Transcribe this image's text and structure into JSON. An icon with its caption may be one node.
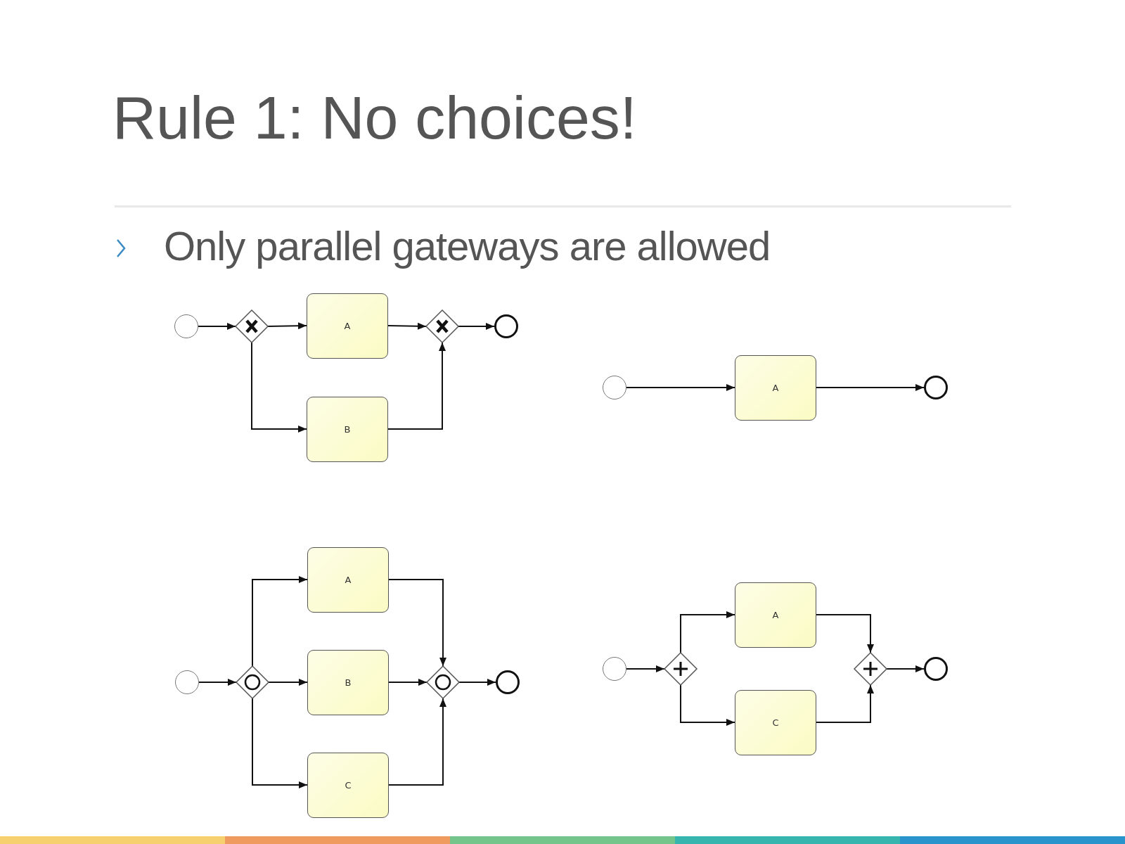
{
  "diagram": {
    "title": "Rule 1: No choices!",
    "nodes": [
      {
        "text": [],
        "shape": "circle"
      },
      {
        "text": [],
        "shape": "diamond"
      },
      {
        "text": [
          "A"
        ]
      },
      {
        "text": [
          "B"
        ]
      },
      {
        "text": [],
        "shape": "diamond"
      },
      {
        "text": [],
        "shape": "circle"
      },
      {
        "text": [],
        "shape": "circle"
      },
      {
        "text": [
          "A"
        ]
      },
      {
        "text": [],
        "shape": "circle"
      },
      {
        "text": [],
        "shape": "circle"
      },
      {
        "text": [],
        "shape": "diamond"
      },
      {
        "text": [
          "A"
        ]
      },
      {
        "text": [
          "B"
        ]
      },
      {
        "text": [
          "C"
        ]
      },
      {
        "text": [],
        "shape": "diamond"
      },
      {
        "text": [],
        "shape": "circle"
      },
      {
        "text": [],
        "shape": "circle"
      },
      {
        "text": [],
        "shape": "diamond"
      },
      {
        "text": [
          "A"
        ]
      },
      {
        "text": [
          "C"
        ]
      },
      {
        "text": [],
        "shape": "diamond"
      },
      {
        "text": [],
        "shape": "circle"
      }
    ],
    "edges": [
      {
        "from": 0,
        "to": 1,
        "arrow": "to"
      },
      {
        "from": 1,
        "to": 2,
        "arrow": "to"
      },
      {
        "from": 2,
        "to": 4,
        "arrow": "to"
      },
      {
        "from": 4,
        "to": 5,
        "arrow": "to"
      },
      {
        "from": 1,
        "to": 3,
        "arrow": "to"
      },
      {
        "from": 3,
        "to": 4,
        "arrow": "to"
      },
      {
        "from": 6,
        "to": 7,
        "arrow": "to"
      },
      {
        "from": 7,
        "to": 8,
        "arrow": "to"
      },
      {
        "from": 9,
        "to": 10,
        "arrow": "to"
      },
      {
        "from": 10,
        "to": 11,
        "arrow": "to"
      },
      {
        "from": 10,
        "to": 12,
        "arrow": "to"
      },
      {
        "from": 10,
        "to": 13,
        "arrow": "to"
      },
      {
        "from": 11,
        "to": 14,
        "arrow": "to"
      },
      {
        "from": 12,
        "to": 14,
        "arrow": "to"
      },
      {
        "from": 13,
        "to": 14,
        "arrow": "to"
      },
      {
        "from": 14,
        "to": 15,
        "arrow": "to"
      },
      {
        "from": 16,
        "to": 17,
        "arrow": "to"
      },
      {
        "from": 17,
        "to": 18,
        "arrow": "to"
      },
      {
        "from": 17,
        "to": 19,
        "arrow": "to"
      },
      {
        "from": 18,
        "to": 20,
        "arrow": "to"
      },
      {
        "from": 19,
        "to": 20,
        "arrow": "to"
      },
      {
        "from": 20,
        "to": 21,
        "arrow": "to"
      }
    ],
    "labels": [
      "Only parallel gateways are allowed"
    ]
  }
}
